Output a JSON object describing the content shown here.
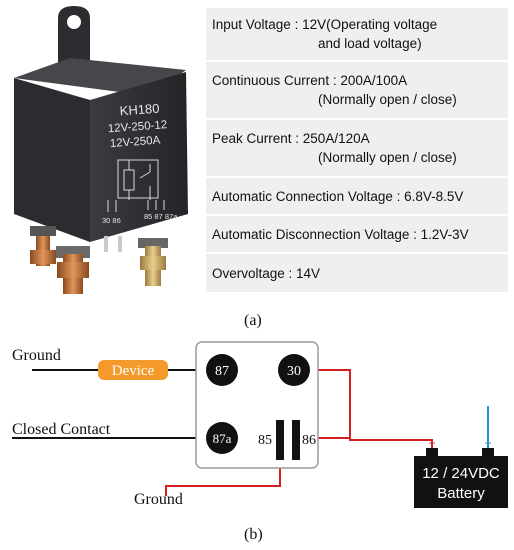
{
  "relay_label": {
    "model": "KH180",
    "line2": "12V-250-12",
    "line3": "12V-250A",
    "pins_left": "30 86",
    "pins_right": "85 87 87a"
  },
  "specs": [
    {
      "line1": "Input Voltage : 12V(Operating voltage",
      "line2": "and load voltage)"
    },
    {
      "line1": "Continuous Current : 200A/100A",
      "line2": "(Normally open / close)"
    },
    {
      "line1": "Peak Current : 250A/120A",
      "line2": "(Normally open / close)"
    },
    {
      "line1": "Automatic Connection Voltage : 6.8V-8.5V",
      "line2": ""
    },
    {
      "line1": "Automatic Disconnection Voltage : 1.2V-3V",
      "line2": ""
    },
    {
      "line1": "Overvoltage : 14V",
      "line2": ""
    }
  ],
  "captions": {
    "a": "(a)",
    "b": "(b)"
  },
  "diagram": {
    "ground_top": "Ground",
    "device": "Device",
    "closed_contact": "Closed Contact",
    "ground_bottom": "Ground",
    "pin_87": "87",
    "pin_30": "30",
    "pin_87a": "87a",
    "pin_85": "85",
    "pin_86": "86",
    "battery_line1": "12 / 24VDC",
    "battery_line2": "Battery",
    "battery_plus": "+",
    "battery_minus": "−"
  },
  "colors": {
    "device": "#f39a2b",
    "wire_red": "#d42020",
    "wire_blue": "#2a8fd8",
    "relay_body": "#2b2d30"
  }
}
